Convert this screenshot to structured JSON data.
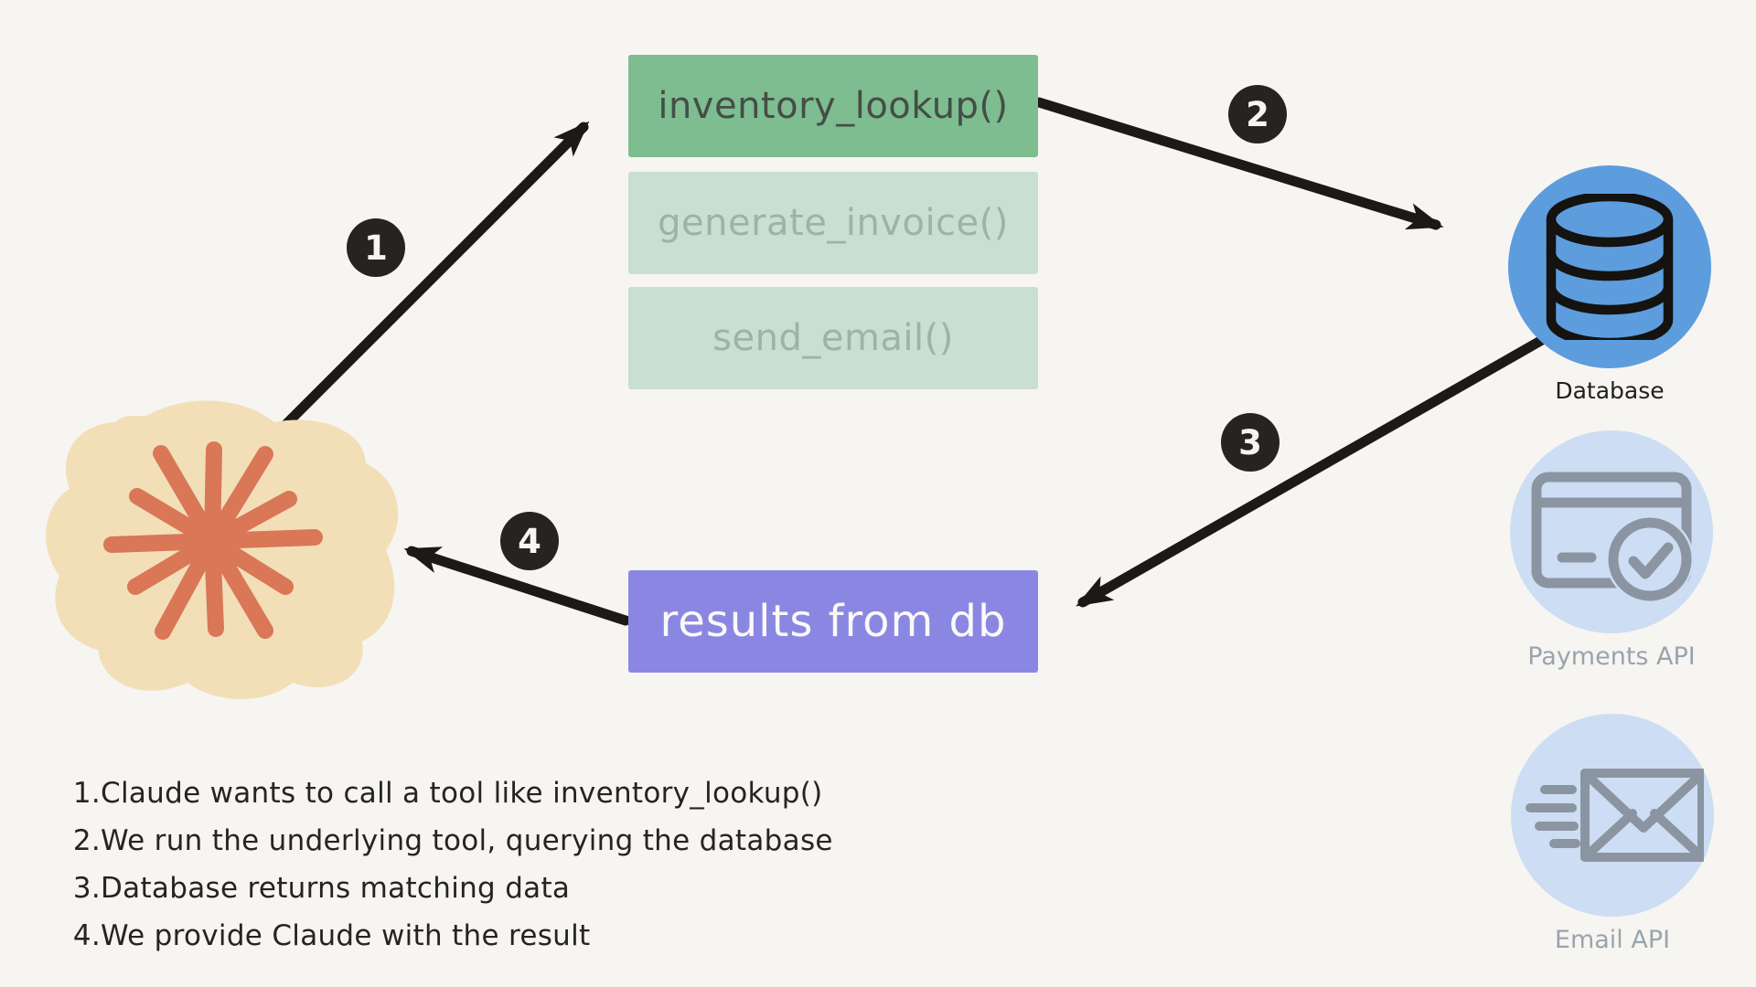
{
  "claude": {
    "icon": "claude-starburst-icon"
  },
  "tool_stack": {
    "items": [
      {
        "label": "inventory_lookup()",
        "state": "active"
      },
      {
        "label": "generate_invoice()",
        "state": "faded"
      },
      {
        "label": "send_email()",
        "state": "faded"
      }
    ]
  },
  "result_box": {
    "label": "results from db"
  },
  "services": [
    {
      "label": "Database",
      "icon": "database-icon",
      "state": "active"
    },
    {
      "label": "Payments API",
      "icon": "payments-icon",
      "state": "faded"
    },
    {
      "label": "Email API",
      "icon": "email-icon",
      "state": "faded"
    }
  ],
  "step_badges": [
    "1",
    "2",
    "3",
    "4"
  ],
  "legend": [
    {
      "num": "1.",
      "text": "Claude wants to call a tool like inventory_lookup()"
    },
    {
      "num": "2.",
      "text": "We run the underlying tool, querying the database"
    },
    {
      "num": "3.",
      "text": "Database returns matching data"
    },
    {
      "num": "4.",
      "text": "We provide Claude with the result"
    }
  ],
  "colors": {
    "background": "#f7f5f1",
    "tool_active_bg": "#7dbd90",
    "tool_active_text": "#454d46",
    "tool_faded_bg": "#c9dfcf",
    "tool_faded_text": "#9db3a3",
    "result_bg": "#8a87e3",
    "result_text": "#faf9f7",
    "database_bg": "#5d9dde",
    "service_faded_bg": "#cdddf4",
    "service_icon_gray": "#8b95a1",
    "service_label_gray": "#9aa4ae",
    "arrow_black": "#1c1a17",
    "badge_bg": "#262320",
    "claude_blob": "#f2dfb7",
    "claude_star": "#d97757"
  }
}
